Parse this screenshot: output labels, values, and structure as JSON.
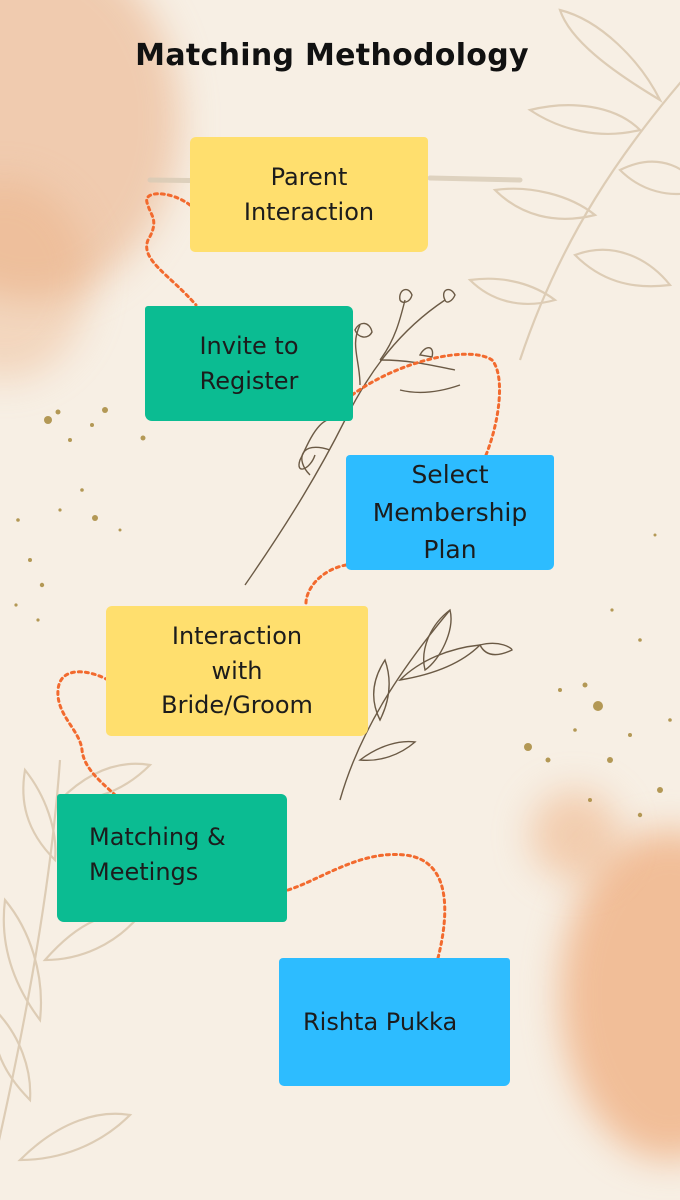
{
  "title": "Matching Methodology",
  "steps": [
    {
      "lines": [
        "Parent",
        "Interaction"
      ],
      "color": "#ffdf6e"
    },
    {
      "lines": [
        "Invite to",
        "Register"
      ],
      "color": "#0bbc92"
    },
    {
      "lines": [
        "Select",
        "Membership",
        "Plan"
      ],
      "color": "#2dbcff"
    },
    {
      "lines": [
        "Interaction",
        "with",
        "Bride/Groom"
      ],
      "color": "#ffdf6e"
    },
    {
      "lines": [
        "Matching &",
        "Meetings"
      ],
      "color": "#0bbc92"
    },
    {
      "lines": [
        "Rishta Pukka"
      ],
      "color": "#2dbcff"
    }
  ],
  "connector_color": "#f26a2e"
}
